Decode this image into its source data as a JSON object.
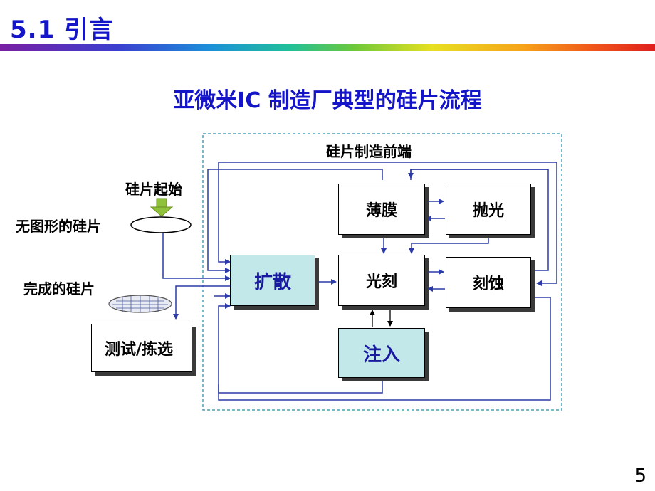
{
  "slide": {
    "title": "5.1 引言",
    "page_number": "5"
  },
  "diagram": {
    "title": "亚微米IC 制造厂典型的硅片流程",
    "frontend_label": "硅片制造前端",
    "start_label": "硅片起始",
    "unpatterned_label": "无图形的硅片",
    "finished_label": "完成的硅片",
    "boxes": {
      "diffusion": "扩散",
      "thin_film": "薄膜",
      "polish": "抛光",
      "lithography": "光刻",
      "etch": "刻蚀",
      "implant": "注入",
      "test": "测试/拣选"
    },
    "colors": {
      "title": "#1414c8",
      "arrows": "#2b3aa8",
      "highlight_box": "#c2e8ea",
      "start_arrow": "#8fc23a",
      "frame": "#4aa0b8"
    }
  }
}
